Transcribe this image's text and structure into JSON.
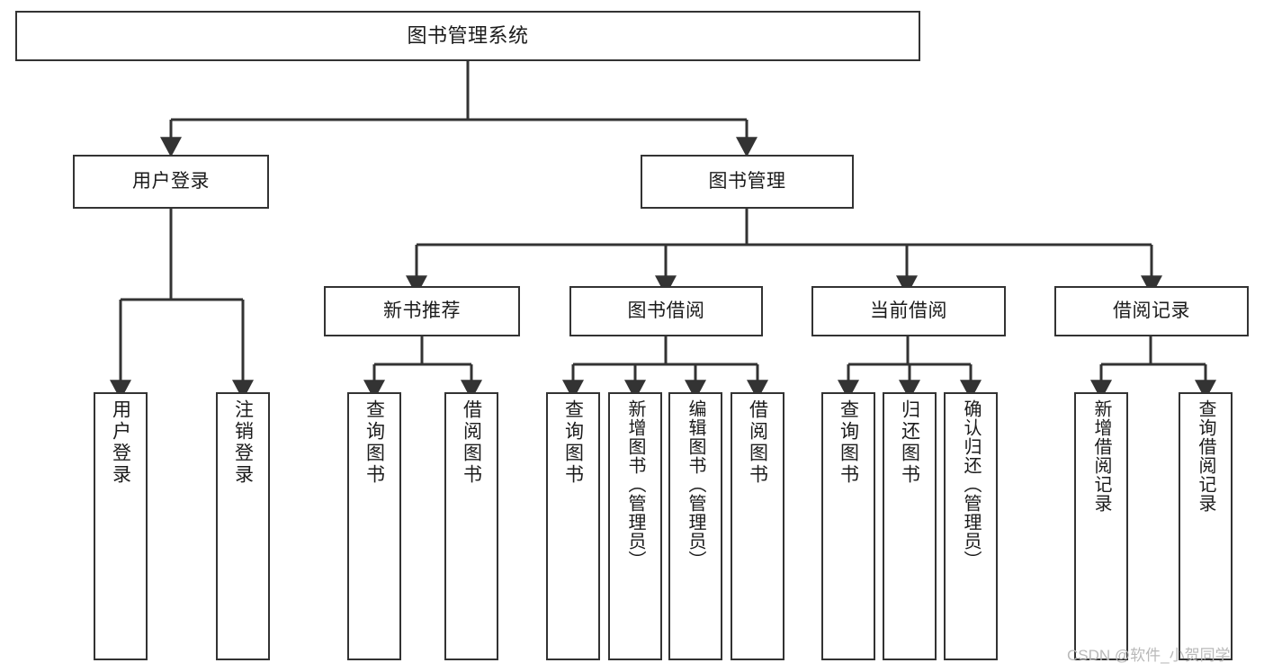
{
  "diagram": {
    "type": "hierarchy-tree",
    "title": "图书管理系统",
    "root": {
      "id": "root",
      "label": "图书管理系统"
    },
    "level2": [
      {
        "id": "user-login",
        "label": "用户登录"
      },
      {
        "id": "book-management",
        "label": "图书管理"
      }
    ],
    "level3": [
      {
        "id": "new-book-recommend",
        "label": "新书推荐",
        "parent": "book-management"
      },
      {
        "id": "book-borrow",
        "label": "图书借阅",
        "parent": "book-management"
      },
      {
        "id": "current-borrow",
        "label": "当前借阅",
        "parent": "book-management"
      },
      {
        "id": "borrow-record",
        "label": "借阅记录",
        "parent": "book-management"
      }
    ],
    "leaves": [
      {
        "id": "leaf-user-login",
        "label": "用户登录",
        "parent": "user-login"
      },
      {
        "id": "leaf-logout-login",
        "label": "注销登录",
        "parent": "user-login"
      },
      {
        "id": "leaf-query-book-1",
        "label": "查询图书",
        "parent": "new-book-recommend"
      },
      {
        "id": "leaf-borrow-book-1",
        "label": "借阅图书",
        "parent": "new-book-recommend"
      },
      {
        "id": "leaf-query-book-2",
        "label": "查询图书",
        "parent": "book-borrow"
      },
      {
        "id": "leaf-add-book",
        "label": "新增图书（管理员）",
        "parent": "book-borrow"
      },
      {
        "id": "leaf-edit-book",
        "label": "编辑图书（管理员）",
        "parent": "book-borrow"
      },
      {
        "id": "leaf-borrow-book-2",
        "label": "借阅图书",
        "parent": "book-borrow"
      },
      {
        "id": "leaf-query-book-3",
        "label": "查询图书",
        "parent": "current-borrow"
      },
      {
        "id": "leaf-return-book",
        "label": "归还图书",
        "parent": "current-borrow"
      },
      {
        "id": "leaf-confirm-return",
        "label": "确认归还（管理员）",
        "parent": "current-borrow"
      },
      {
        "id": "leaf-add-record",
        "label": "新增借阅记录",
        "parent": "borrow-record"
      },
      {
        "id": "leaf-query-record",
        "label": "查询借阅记录",
        "parent": "borrow-record"
      }
    ]
  },
  "watermark": {
    "text": "CSDN @软件_小贺同学"
  },
  "colors": {
    "background": "#ffffff",
    "node_border": "#333333",
    "node_fill": "#ffffff",
    "text": "#1b1b1b",
    "connector": "#333333",
    "watermark": "#b9b9b9"
  }
}
